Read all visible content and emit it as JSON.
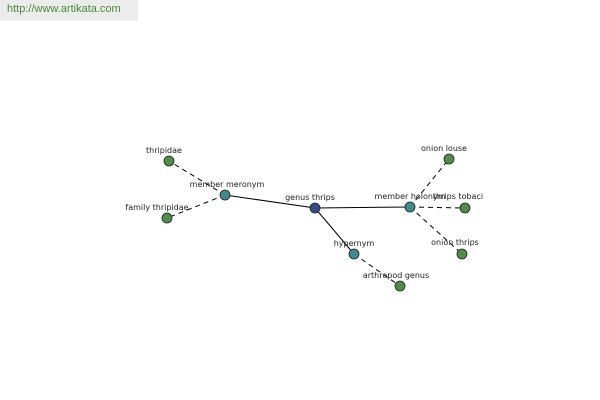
{
  "source": {
    "url": "http://www.artikata.com"
  },
  "colors": {
    "center": "#344a8c",
    "relation": "#3f8a8a",
    "leaf": "#4d8f46",
    "node_stroke": "#222222",
    "edge": "#000000",
    "text": "#222222"
  },
  "nodes": [
    {
      "id": "genus-thrips",
      "label": "genus thrips",
      "kind": "center"
    },
    {
      "id": "member-meronym",
      "label": "member meronym",
      "kind": "relation"
    },
    {
      "id": "member-holonym",
      "label": "member holonym",
      "kind": "relation"
    },
    {
      "id": "hypernym",
      "label": "hypernym",
      "kind": "relation"
    },
    {
      "id": "thripidae",
      "label": "thripidae",
      "kind": "leaf"
    },
    {
      "id": "family-thripidae",
      "label": "family thripidae",
      "kind": "leaf"
    },
    {
      "id": "onion-louse",
      "label": "onion louse",
      "kind": "leaf"
    },
    {
      "id": "thrips-tobaci",
      "label": "thrips tobaci",
      "kind": "leaf"
    },
    {
      "id": "onion-thrips",
      "label": "onion thrips",
      "kind": "leaf"
    },
    {
      "id": "arthropod-genus",
      "label": "arthropod genus",
      "kind": "leaf"
    }
  ],
  "edges": [
    {
      "from": "genus-thrips",
      "to": "member-meronym",
      "style": "solid"
    },
    {
      "from": "genus-thrips",
      "to": "member-holonym",
      "style": "solid"
    },
    {
      "from": "genus-thrips",
      "to": "hypernym",
      "style": "solid"
    },
    {
      "from": "member-meronym",
      "to": "thripidae",
      "style": "dashed"
    },
    {
      "from": "member-meronym",
      "to": "family-thripidae",
      "style": "dashed"
    },
    {
      "from": "member-holonym",
      "to": "onion-louse",
      "style": "dashed"
    },
    {
      "from": "member-holonym",
      "to": "thrips-tobaci",
      "style": "dashed"
    },
    {
      "from": "member-holonym",
      "to": "onion-thrips",
      "style": "dashed"
    },
    {
      "from": "hypernym",
      "to": "arthropod-genus",
      "style": "dashed"
    }
  ]
}
